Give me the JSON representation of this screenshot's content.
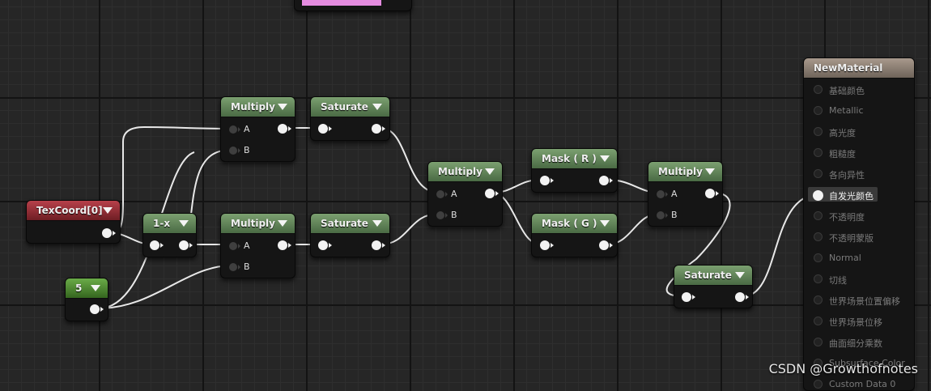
{
  "nodes": {
    "multiply1": {
      "title": "Multiply",
      "pin_a": "A",
      "pin_b": "B"
    },
    "saturate1": {
      "title": "Saturate"
    },
    "texcoord": {
      "title": "TexCoord[0]"
    },
    "oneminus": {
      "title": "1-x"
    },
    "multiply2": {
      "title": "Multiply",
      "pin_a": "A",
      "pin_b": "B"
    },
    "saturate2": {
      "title": "Saturate"
    },
    "constant": {
      "title": "5"
    },
    "multiply3": {
      "title": "Multiply",
      "pin_a": "A",
      "pin_b": "B"
    },
    "mask_r": {
      "title": "Mask ( R )"
    },
    "mask_g": {
      "title": "Mask ( G )"
    },
    "multiply4": {
      "title": "Multiply",
      "pin_a": "A",
      "pin_b": "B"
    },
    "saturate3": {
      "title": "Saturate"
    }
  },
  "material": {
    "title": "NewMaterial",
    "inputs": [
      "基础颜色",
      "Metallic",
      "高光度",
      "粗糙度",
      "各向异性",
      "自发光颜色",
      "不透明度",
      "不透明蒙版",
      "Normal",
      "切线",
      "世界场景位置偏移",
      "世界场景位移",
      "曲面细分乘数",
      "Subsurface Color",
      "Custom Data 0"
    ],
    "active_input_index": 5
  },
  "watermark": "CSDN @Growthofnotes",
  "colors": {
    "node_header_green": "#5b7f53",
    "node_header_red": "#8c2a31",
    "node_header_const": "#4b8a2e",
    "material_header": "#8c8075",
    "wire": "#e8e8e8",
    "preview_pink": "#e58ce0"
  }
}
